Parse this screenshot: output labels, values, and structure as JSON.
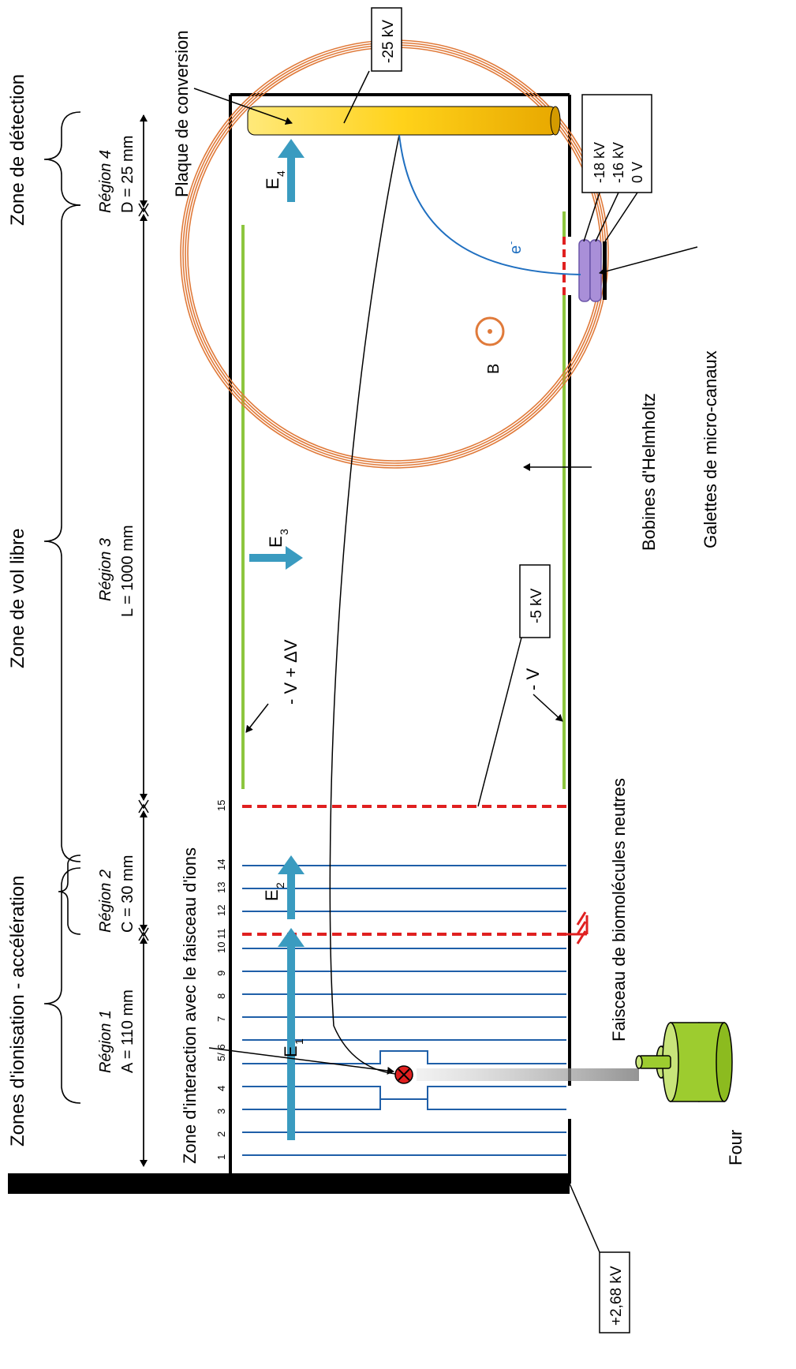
{
  "zones": {
    "ionisation": "Zones d'ionisation - accélération",
    "vol_libre": "Zone de vol libre",
    "detection": "Zone de détection"
  },
  "regions": [
    {
      "name": "Région 1",
      "dim": "A = 110 mm"
    },
    {
      "name": "Région 2",
      "dim": "C = 30 mm"
    },
    {
      "name": "Région 3",
      "dim": "L = 1000 mm"
    },
    {
      "name": "Région 4",
      "dim": "D = 25 mm"
    }
  ],
  "labels": {
    "interaction": "Zone d'interaction avec le faisceau d'ions",
    "faisceau": "Faisceau de biomolécules neutres",
    "four": "Four",
    "plaque": "Plaque de conversion",
    "bobines": "Bobines d'Helmholtz",
    "galettes": "Galettes de micro-canaux",
    "b_field": "B",
    "electron": "e",
    "electron_sup": "-",
    "minus_v_dv": "- V + ΔV",
    "minus_v": "- V"
  },
  "voltages": {
    "plate": "-25 kV",
    "grid": "-5 kV",
    "start": "+2,68 kV",
    "mcp": [
      "-18 kV",
      "-16 kV",
      "0 V"
    ]
  },
  "fields": [
    {
      "main": "E",
      "sub": "1"
    },
    {
      "main": "E",
      "sub": "2"
    },
    {
      "main": "E",
      "sub": "3"
    },
    {
      "main": "E",
      "sub": "4"
    }
  ],
  "electrode_numbers": [
    "1",
    "2",
    "3",
    "4",
    "5/ 6",
    "7",
    "8",
    "9",
    "10",
    "11",
    "12",
    "13",
    "14",
    "15"
  ],
  "colors": {
    "electrode": "#1F5FA8",
    "grid": "#E02020",
    "liner": "#8DC63F",
    "arrow": "#3A9BC0",
    "coil": "#E07A3A",
    "plate": "#FFD21A",
    "oven": "#9DCC2F",
    "mcp": "#A98FD8"
  }
}
